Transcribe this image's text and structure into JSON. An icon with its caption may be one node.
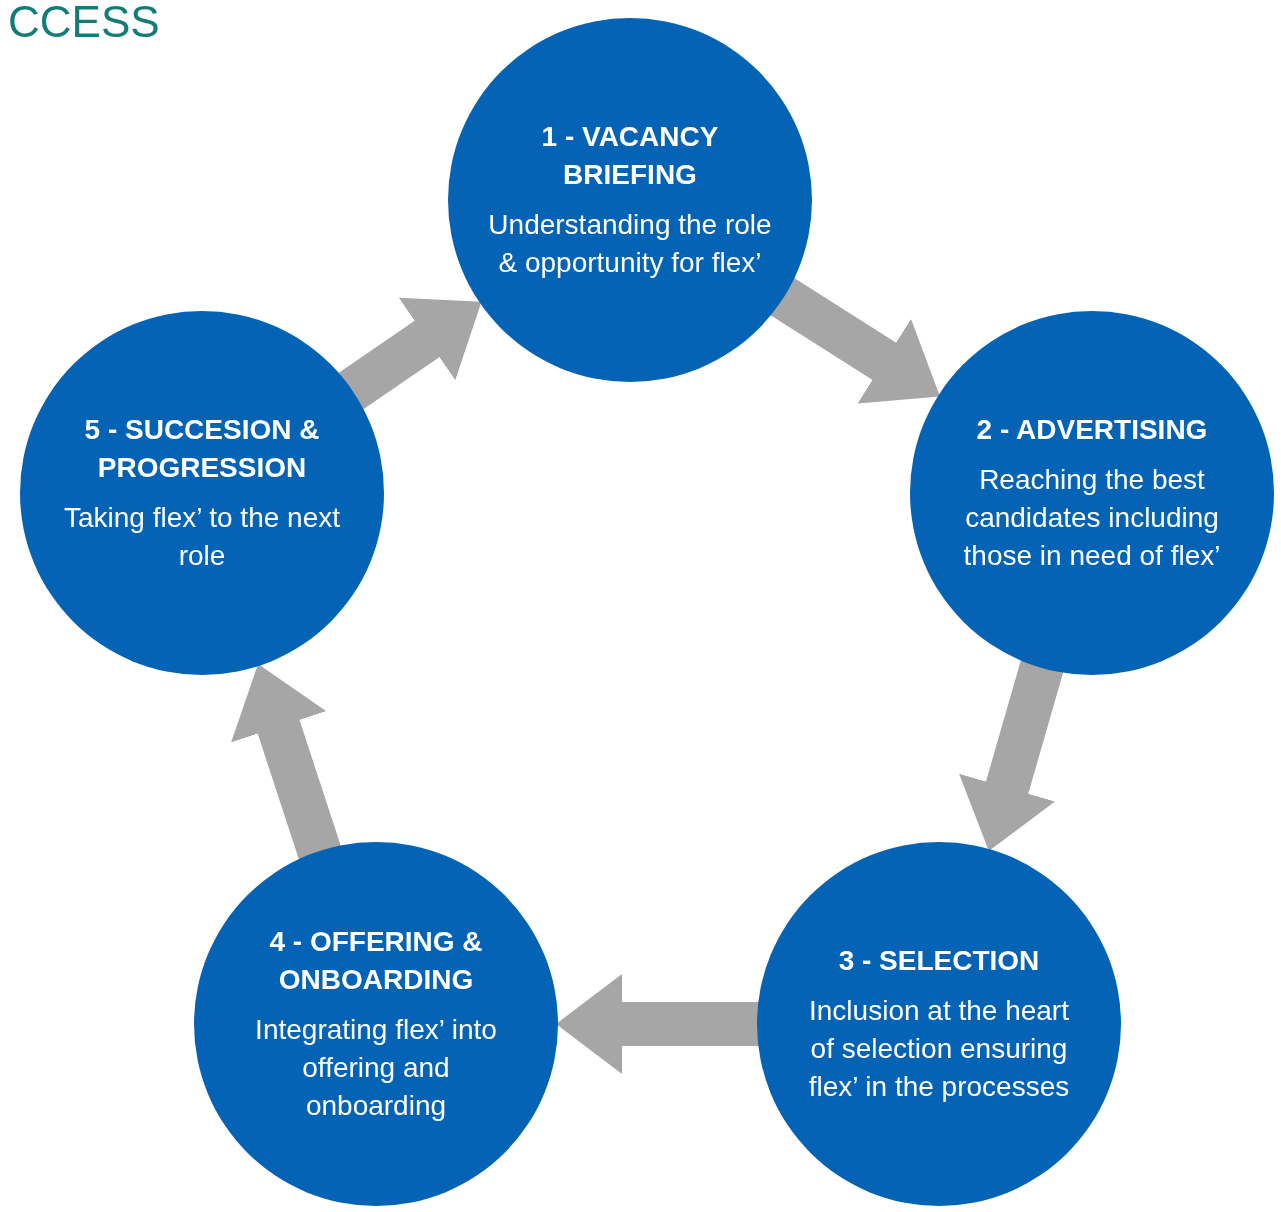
{
  "diagram": {
    "title": "CCESS",
    "nodes": [
      {
        "text": [
          "1 - VACANCY BRIEFING",
          "Understanding the role & opportunity for flex’"
        ]
      },
      {
        "text": [
          "2 - ADVERTISING",
          "Reaching the best candidates including those in need of flex’"
        ]
      },
      {
        "text": [
          "3 - SELECTION",
          "Inclusion at the heart of selection ensuring flex’ in the processes"
        ]
      },
      {
        "text": [
          "4 - OFFERING & ONBOARDING",
          "Integrating flex’ into offering and onboarding"
        ]
      },
      {
        "text": [
          "5 - SUCCESION & PROGRESSION",
          "Taking flex’ to the next role"
        ]
      }
    ],
    "edges": [
      {
        "from": 0,
        "to": 1,
        "arrow": "to"
      },
      {
        "from": 1,
        "to": 2,
        "arrow": "to"
      },
      {
        "from": 2,
        "to": 3,
        "arrow": "to"
      },
      {
        "from": 3,
        "to": 4,
        "arrow": "to"
      },
      {
        "from": 4,
        "to": 0,
        "arrow": "to"
      }
    ]
  }
}
